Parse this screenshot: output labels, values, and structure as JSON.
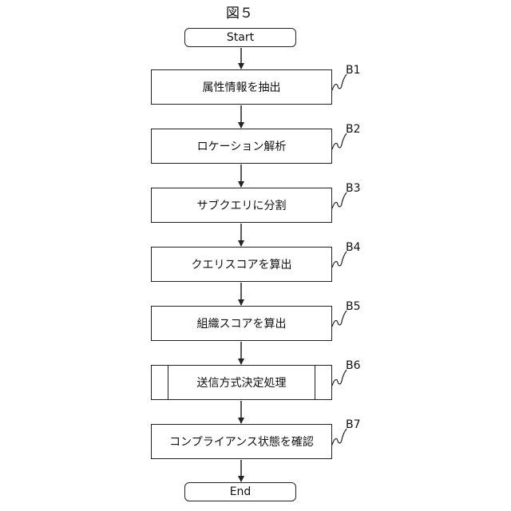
{
  "figure": {
    "title": "図５"
  },
  "flowchart": {
    "start": "Start",
    "end": "End",
    "steps": [
      {
        "id": "B1",
        "label": "属性情報を抽出",
        "shape": "process"
      },
      {
        "id": "B2",
        "label": "ロケーション解析",
        "shape": "process"
      },
      {
        "id": "B3",
        "label": "サブクエリに分割",
        "shape": "process"
      },
      {
        "id": "B4",
        "label": "クエリスコアを算出",
        "shape": "process"
      },
      {
        "id": "B5",
        "label": "組織スコアを算出",
        "shape": "process"
      },
      {
        "id": "B6",
        "label": "送信方式決定処理",
        "shape": "predefined-process"
      },
      {
        "id": "B7",
        "label": "コンプライアンス状態を確認",
        "shape": "process"
      }
    ]
  }
}
